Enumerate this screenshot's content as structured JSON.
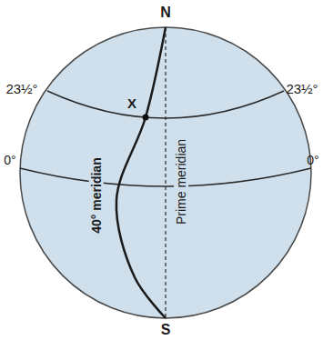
{
  "diagram": {
    "labels": [
      "N",
      "23½°",
      "23½°",
      "X",
      "0°",
      "0°",
      "40° meridian",
      "Prime meridian",
      "S"
    ]
  }
}
